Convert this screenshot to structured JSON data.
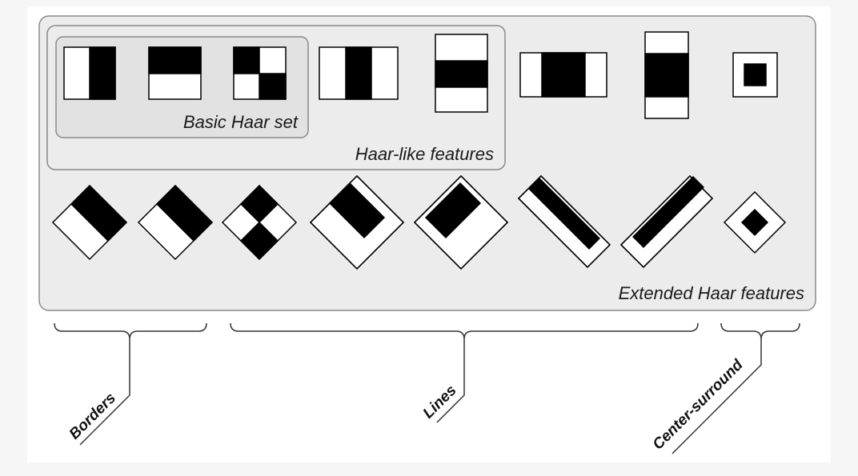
{
  "labels": {
    "basic_haar_set": "Basic Haar set",
    "haar_like_features": "Haar-like features",
    "extended_haar_features": "Extended Haar features"
  },
  "groups": {
    "borders": "Borders",
    "lines": "Lines",
    "center_surround": "Center-surround"
  },
  "colors": {
    "panel_fill": "#ececec",
    "inner_panel_fill": "#e2e2e2",
    "panel_stroke": "#8a8a8a",
    "feature_dark": "#000000",
    "feature_light": "#ffffff"
  },
  "features": {
    "upright": [
      {
        "id": "edge-vertical",
        "group": "basic"
      },
      {
        "id": "edge-horizontal",
        "group": "basic"
      },
      {
        "id": "checkerboard",
        "group": "basic"
      },
      {
        "id": "line-vertical-thin",
        "group": "haar-like"
      },
      {
        "id": "line-horizontal-thin",
        "group": "haar-like"
      },
      {
        "id": "line-vertical-wide",
        "group": "extended"
      },
      {
        "id": "line-horizontal-wide",
        "group": "extended"
      },
      {
        "id": "center-surround",
        "group": "extended"
      }
    ],
    "rotated": [
      {
        "id": "edge-45-a",
        "group": "borders"
      },
      {
        "id": "edge-45-b",
        "group": "borders"
      },
      {
        "id": "checkerboard-45",
        "group": "lines"
      },
      {
        "id": "line-45-thin-a",
        "group": "lines"
      },
      {
        "id": "line-45-thin-b",
        "group": "lines"
      },
      {
        "id": "line-45-wide-a",
        "group": "lines"
      },
      {
        "id": "line-45-wide-b",
        "group": "lines"
      },
      {
        "id": "center-surround-45",
        "group": "center-surround"
      }
    ]
  }
}
